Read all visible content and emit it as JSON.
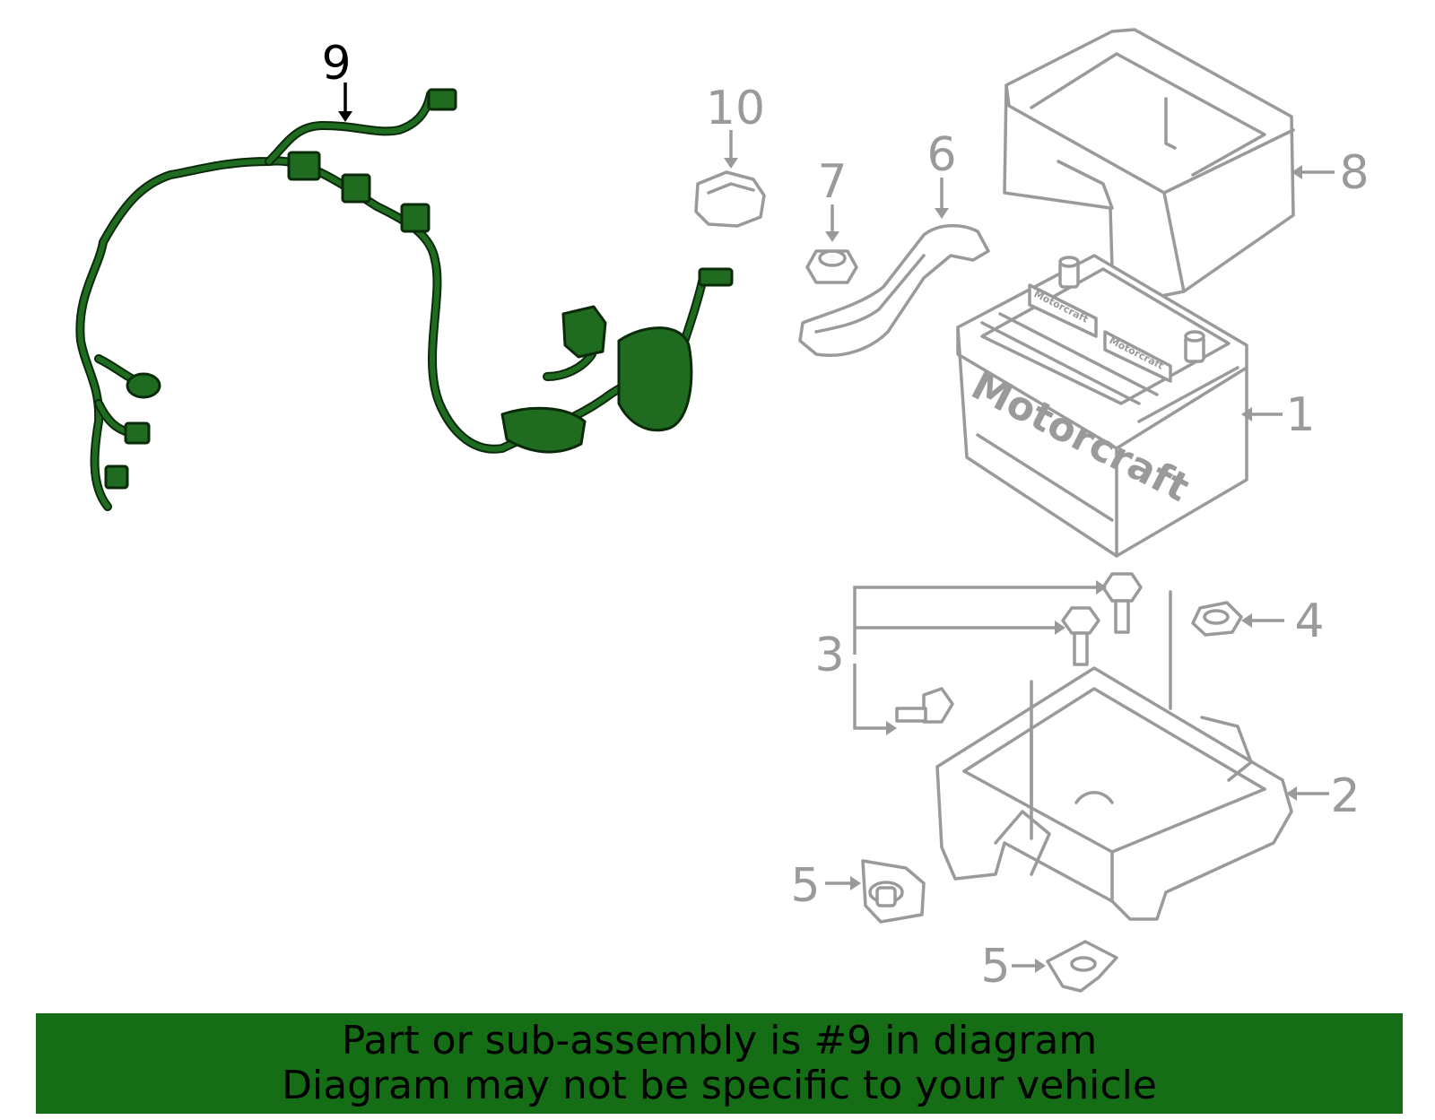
{
  "callouts": {
    "c1": "1",
    "c2": "2",
    "c3": "3",
    "c4": "4",
    "c5a": "5",
    "c5b": "5",
    "c6": "6",
    "c7": "7",
    "c8": "8",
    "c9": "9",
    "c10": "10"
  },
  "battery_label": "Motorcraft",
  "terminal_label_a": "Motorcraft",
  "terminal_label_b": "Motorcraft",
  "banner": {
    "line1": "Part or sub-assembly is #9 in diagram",
    "line2": "Diagram may not be specific to your vehicle"
  },
  "colors": {
    "highlight": "#1f6b1f",
    "banner": "#156d15",
    "line_gray": "#9a9a9a"
  }
}
